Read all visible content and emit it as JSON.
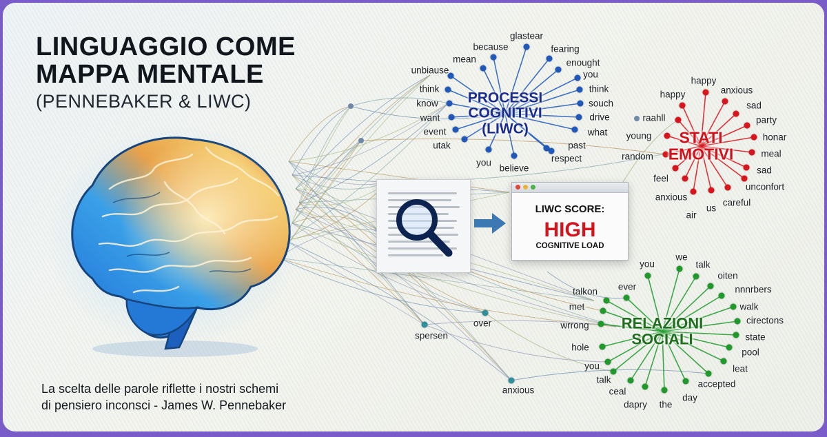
{
  "title_lines": [
    "LINGUAGGIO COME",
    "MAPPA MENTALE"
  ],
  "subtitle": "(PENNEBAKER & LIWC)",
  "quote_lines": [
    "La scelta delle parole riflette i nostri schemi",
    "di pensiero inconsci - James W. Pennebaker"
  ],
  "colors": {
    "cognitive": "#1f58b8",
    "emotional": "#d8141c",
    "social": "#1f9a2a",
    "relay": "#2f8f9a",
    "frame": "#7a5cc8"
  },
  "clusters": {
    "cognitive": {
      "title_lines": [
        "PROCESSI",
        "COGNITIVI",
        "(LIWC)"
      ],
      "words": [
        "glastear",
        "because",
        "fearing",
        "mean",
        "enought",
        "unbiause",
        "you",
        "think",
        "think",
        "know",
        "souch",
        "want",
        "drive",
        "event",
        "what",
        "utak",
        "past",
        "you",
        "believe",
        "respect"
      ]
    },
    "emotional": {
      "title_lines": [
        "STATI",
        "EMOTIVI"
      ],
      "words": [
        "happy",
        "happy",
        "anxious",
        "sad",
        "raahll",
        "party",
        "young",
        "honar",
        "random",
        "meal",
        "sad",
        "feel",
        "unconfort",
        "anxious",
        "careful",
        "us",
        "air"
      ]
    },
    "social": {
      "title_lines": [
        "RELAZIONI",
        "SOCIALI"
      ],
      "words": [
        "you",
        "we",
        "talk",
        "oiten",
        "ever",
        "nnnrbers",
        "talkon",
        "walk",
        "met",
        "cirectons",
        "wrrong",
        "state",
        "hole",
        "pool",
        "leat",
        "you",
        "accepted",
        "talk",
        "day",
        "ceal",
        "dapry",
        "the"
      ]
    }
  },
  "relay_words": [
    "over",
    "spersen",
    "anxious"
  ],
  "analysis": {
    "document_icon": "document-icon",
    "magnifier_icon": "magnifier-icon",
    "arrow_icon": "arrow-right-icon",
    "score_label": "LIWC SCORE:",
    "score_value": "HIGH",
    "score_caption": "COGNITIVE LOAD"
  }
}
